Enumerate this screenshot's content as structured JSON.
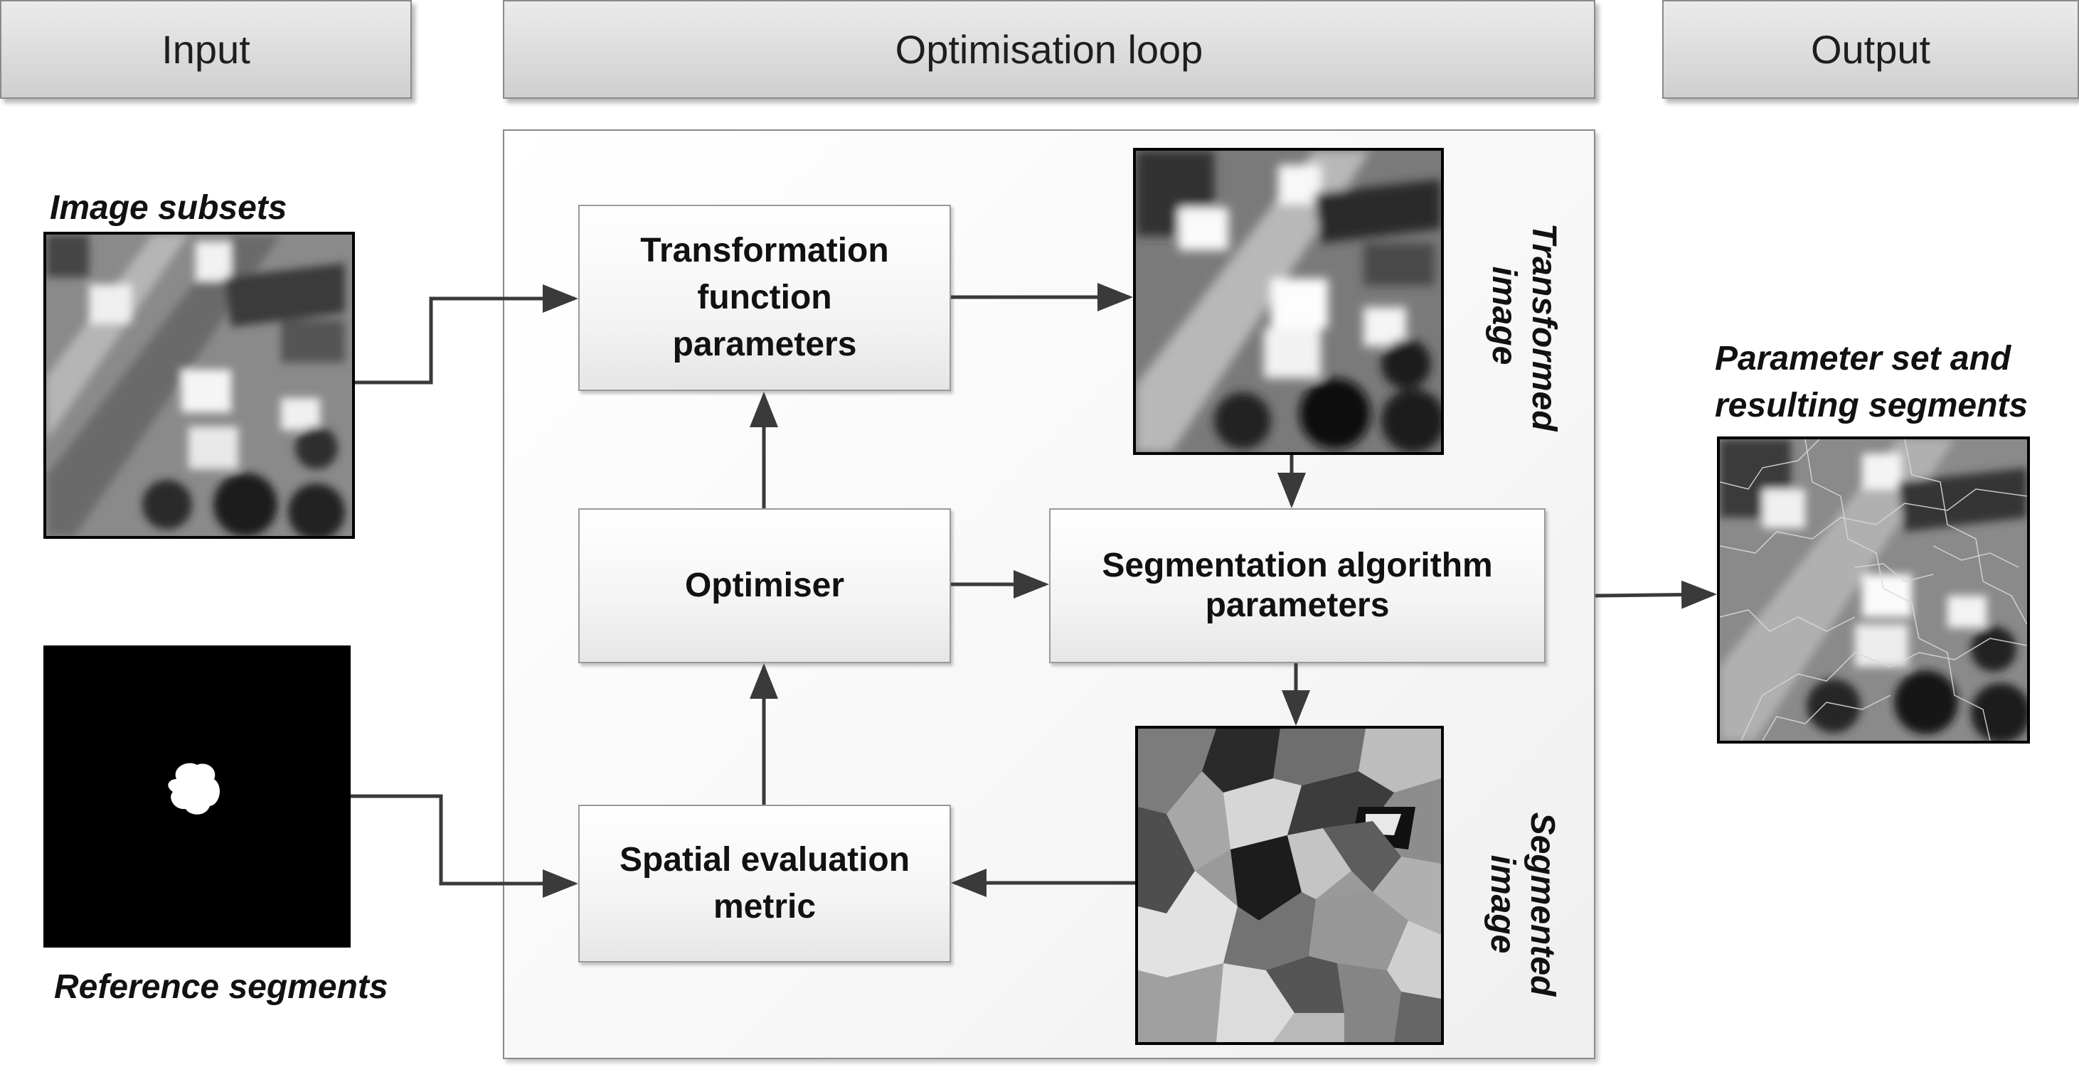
{
  "headers": {
    "input": "Input",
    "loop": "Optimisation loop",
    "output": "Output"
  },
  "boxes": {
    "transformation": "Transformation\nfunction\nparameters",
    "optimiser": "Optimiser",
    "segmentation": "Segmentation algorithm\nparameters",
    "spatial": "Spatial evaluation\nmetric"
  },
  "labels": {
    "image_subsets": "Image subsets",
    "reference_segments": "Reference segments",
    "transformed_image": "Transformed\nimage",
    "segmented_image": "Segmented\nimage",
    "parameter_set": "Parameter set and\nresulting segments"
  }
}
